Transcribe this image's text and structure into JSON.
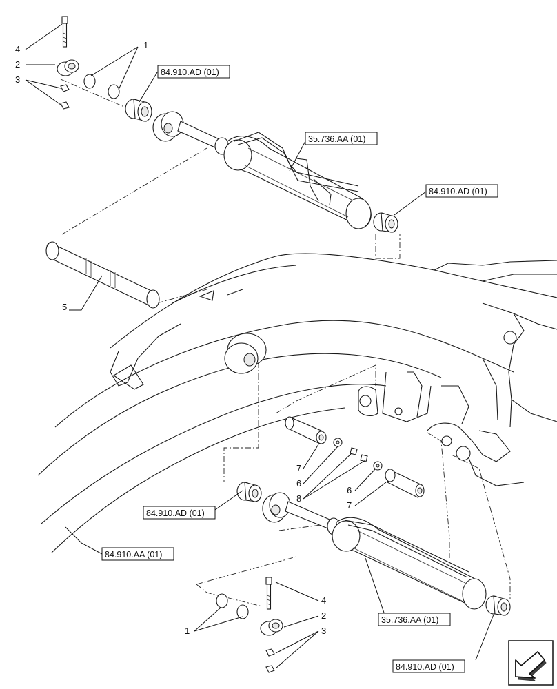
{
  "callouts": {
    "n1a": "1",
    "n2a": "2",
    "n3a": "3",
    "n4a": "4",
    "n5": "5",
    "n7a": "7",
    "n6a": "6",
    "n8": "8",
    "n6b": "6",
    "n7b": "7",
    "n4b": "4",
    "n2b": "2",
    "n1b": "1",
    "n3b": "3"
  },
  "references": {
    "ad_top": "84.910.AD (01)",
    "cyl_top": "35.736.AA (01)",
    "ad_right": "84.910.AD (01)",
    "ad_left": "84.910.AD (01)",
    "aa_arm": "84.910.AA (01)",
    "cyl_bottom": "35.736.AA (01)",
    "ad_bottom": "84.910.AD (01)"
  },
  "icons": {
    "nav": "next-page-arrow-icon"
  }
}
